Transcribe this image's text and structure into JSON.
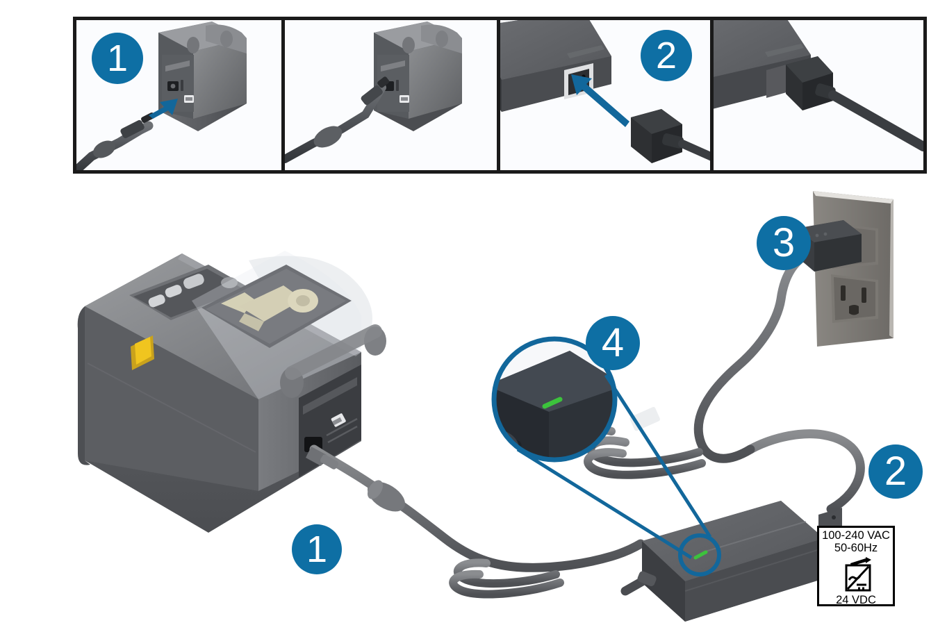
{
  "document": {
    "title": "Connecting Power — Printer Setup Illustration",
    "background_color": "#ffffff",
    "accent_color": "#0e6fa4",
    "arrow_color": "#12679b"
  },
  "filmstrip": {
    "border_color": "#1a1a1a",
    "panel_background": "#fbfcfe",
    "panels": [
      {
        "name": "panel-insert-dc-plug",
        "badge": "1",
        "badge_visible": true,
        "caption": "",
        "objects": [
          "printer-rear",
          "dc-barrel-plug",
          "insertion-arrow"
        ]
      },
      {
        "name": "panel-dc-plug-seated",
        "badge": "",
        "badge_visible": false,
        "caption": "",
        "objects": [
          "printer-rear",
          "dc-cable-ferrite"
        ]
      },
      {
        "name": "panel-insert-ac-cord",
        "badge": "2",
        "badge_visible": true,
        "caption": "",
        "objects": [
          "power-brick",
          "iec-inlet",
          "ac-cord-connector",
          "insertion-arrow"
        ]
      },
      {
        "name": "panel-ac-cord-seated",
        "badge": "",
        "badge_visible": false,
        "caption": "",
        "objects": [
          "power-brick",
          "ac-cord-connector"
        ]
      }
    ]
  },
  "main": {
    "badges": [
      {
        "name": "badge-step-1",
        "label": "1",
        "meaning": "connect-dc-plug-to-printer"
      },
      {
        "name": "badge-step-2",
        "label": "2",
        "meaning": "connect-ac-cord-to-power-supply"
      },
      {
        "name": "badge-step-3",
        "label": "3",
        "meaning": "plug-into-wall-outlet"
      },
      {
        "name": "badge-step-4",
        "label": "4",
        "meaning": "check-power-supply-led"
      }
    ],
    "objects": [
      "label-printer",
      "dc-power-cable",
      "ferrite-bead",
      "power-brick",
      "ac-power-cable",
      "wall-outlet",
      "led-magnifier"
    ],
    "led": {
      "name": "power-supply-led",
      "color": "#3cc23c",
      "state": "on"
    },
    "printer": {
      "name": "label-printer",
      "body_color": "#58595b",
      "latch_color": "#e8b920",
      "media_roll_color": "#cfc49a"
    },
    "wall_outlet": {
      "name": "duplex-wall-outlet",
      "faceplate_color": "#7d7b78",
      "occupied_socket": "top"
    }
  },
  "spec_label": {
    "name": "power-spec-label",
    "input_voltage": "100-240 VAC",
    "input_frequency": "50-60Hz",
    "output": "24 VDC",
    "symbol": "ac-to-dc-converter"
  }
}
